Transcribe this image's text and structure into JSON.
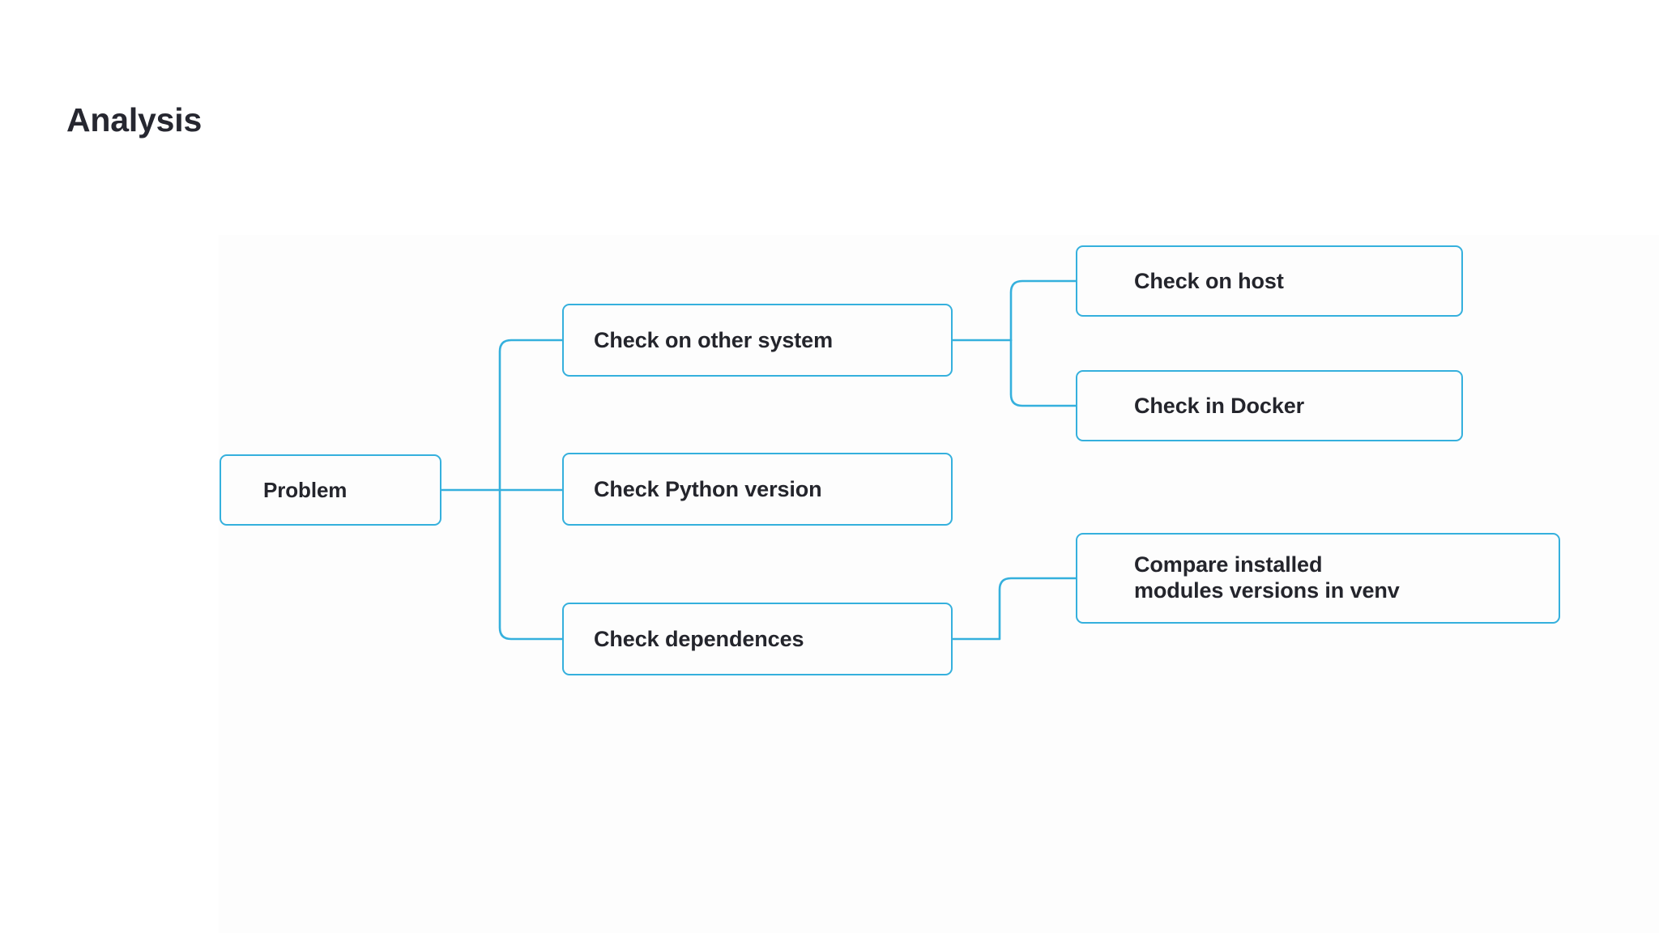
{
  "page": {
    "title": "Analysis",
    "background_color": "#ffffff",
    "accent_color": "#35b0dd",
    "text_color": "#24252c"
  },
  "diagram": {
    "type": "mindmap",
    "root": "Problem",
    "nodes": [
      {
        "id": "problem",
        "label": "Problem",
        "level": 0
      },
      {
        "id": "other-system",
        "label": "Check on other system",
        "level": 1
      },
      {
        "id": "python-version",
        "label": "Check Python version",
        "level": 1
      },
      {
        "id": "dependences",
        "label": "Check dependences",
        "level": 1
      },
      {
        "id": "check-host",
        "label": "Check on host",
        "level": 2
      },
      {
        "id": "check-docker",
        "label": "Check in Docker",
        "level": 2
      },
      {
        "id": "compare-modules",
        "label": "Compare installed\nmodules versions in venv",
        "level": 2
      }
    ],
    "edges": [
      {
        "from": "problem",
        "to": "other-system"
      },
      {
        "from": "problem",
        "to": "python-version"
      },
      {
        "from": "problem",
        "to": "dependences"
      },
      {
        "from": "other-system",
        "to": "check-host"
      },
      {
        "from": "other-system",
        "to": "check-docker"
      },
      {
        "from": "dependences",
        "to": "compare-modules"
      }
    ]
  }
}
